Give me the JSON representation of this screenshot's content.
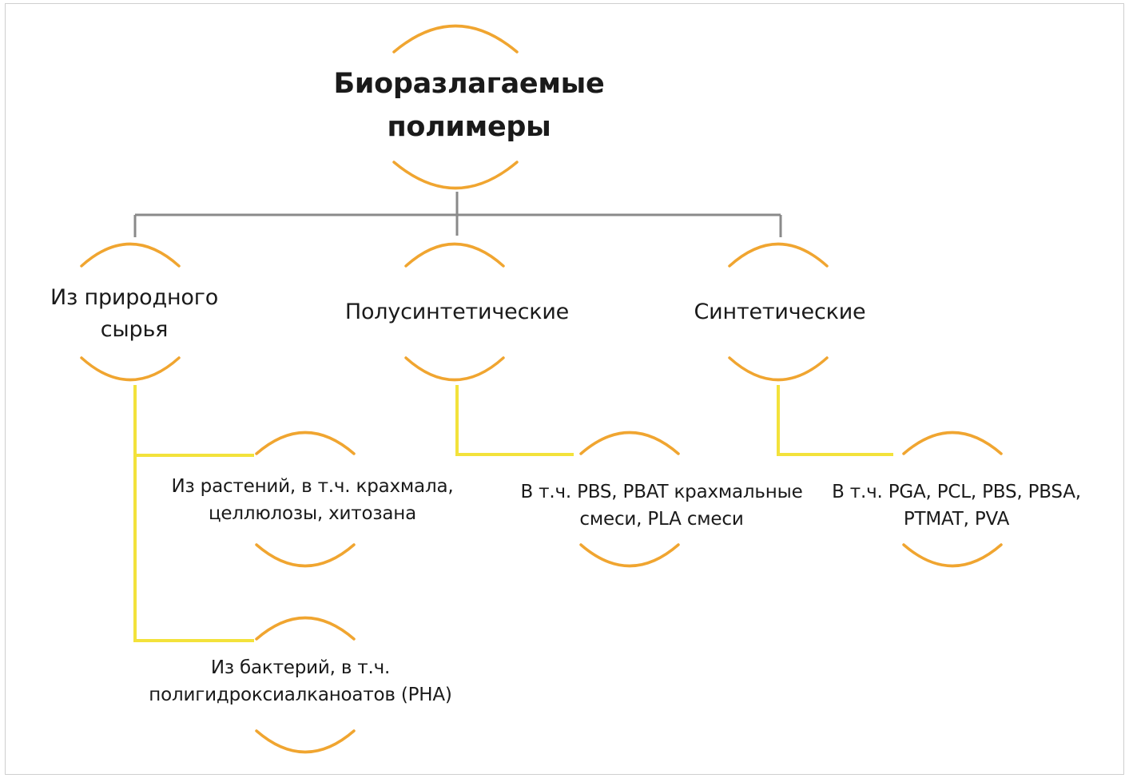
{
  "root": {
    "line1": "Биоразлагаемые",
    "line2": "полимеры"
  },
  "categories": [
    {
      "line1": "Из природного",
      "line2": "сырья"
    },
    {
      "line1": "Полусинтетические"
    },
    {
      "line1": "Синтетические"
    }
  ],
  "leaves": [
    {
      "line1": "Из растений, в т.ч. крахмала,",
      "line2": "целлюлозы, хитозана"
    },
    {
      "line1": "Из бактерий, в т.ч.",
      "line2": "полигидроксиалканоатов (PHA)"
    },
    {
      "line1": "В т.ч. PBS, PBAT крахмальные",
      "line2": "смеси, PLA смеси"
    },
    {
      "line1": "В т.ч. PGA, PCL, PBS, PBSA,",
      "line2": "PTMAT, PVA"
    }
  ],
  "colors": {
    "arc": "#f0a530",
    "connector_gray": "#8a8a8a",
    "connector_yellow": "#f3e23b"
  }
}
